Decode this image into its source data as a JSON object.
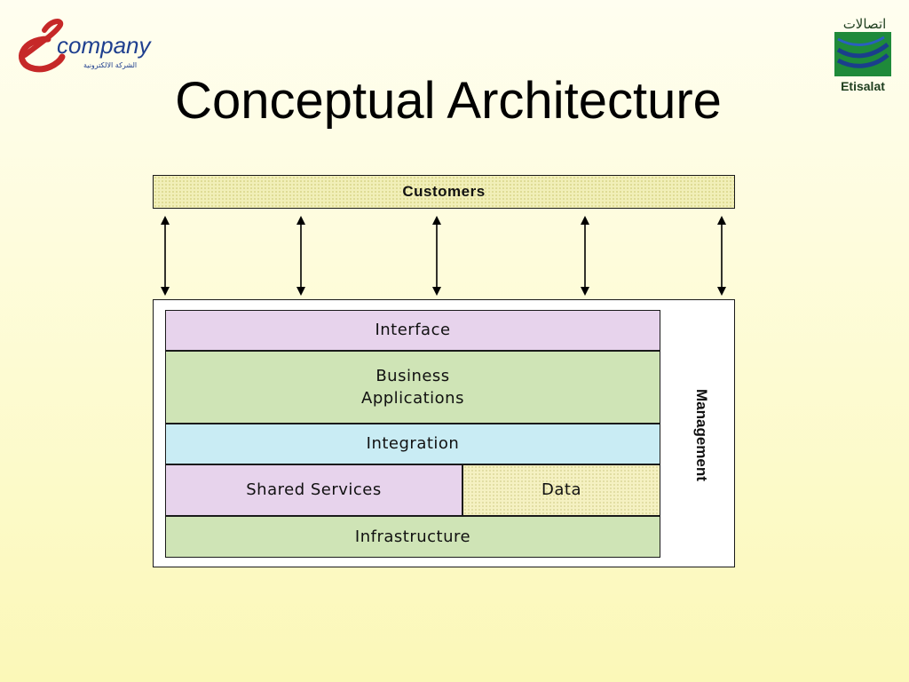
{
  "title": "Conceptual Architecture",
  "logos": {
    "ecompany": {
      "text": "company",
      "arabic": "الشركة الالكترونية"
    },
    "etisalat": {
      "arabic": "اتصالات",
      "text": "Etisalat"
    }
  },
  "diagram": {
    "customers": "Customers",
    "layers": {
      "interface": "Interface",
      "business_line1": "Business",
      "business_line2": "Applications",
      "integration": "Integration",
      "shared_services": "Shared Services",
      "data": "Data",
      "infrastructure": "Infrastructure"
    },
    "management": "Management",
    "arrow_count": 5
  },
  "colors": {
    "purple_layer": "#e7d3ec",
    "green_layer": "#cfe4b6",
    "blue_layer": "#c9ecf4",
    "yellow_dotted": "#f1efb8",
    "etisalat_green": "#1f8a3a",
    "ecompany_red": "#c62828",
    "ecompany_blue": "#1f3f8f"
  }
}
